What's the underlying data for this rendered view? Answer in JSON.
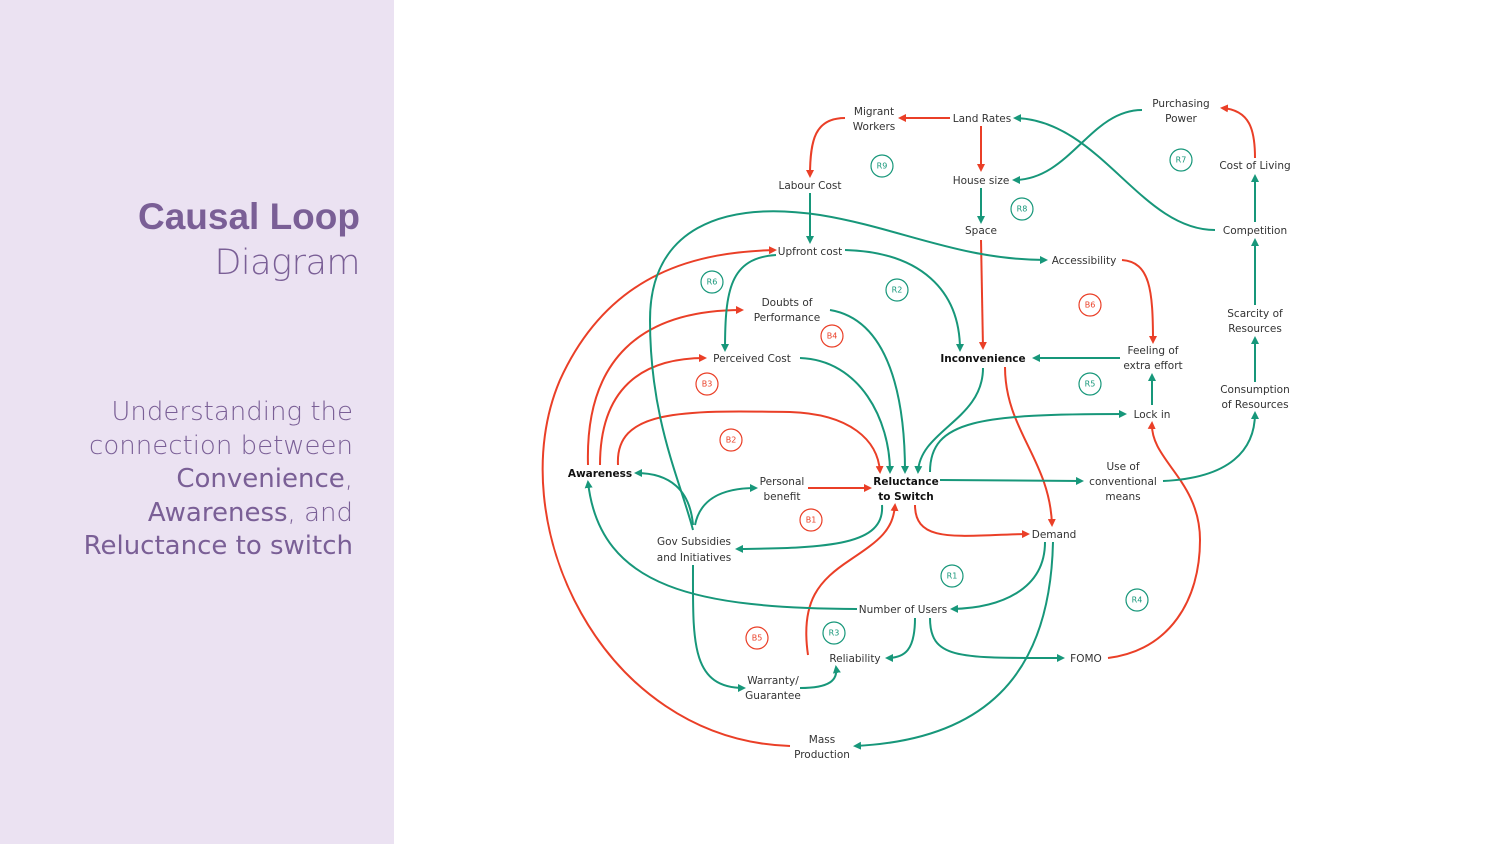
{
  "sidebar": {
    "title_bold": "Causal Loop",
    "title_light": "Diagram",
    "subtitle": {
      "line1": "Understanding the",
      "line2": "connection between",
      "convenience": "Convenience",
      "comma": ",",
      "awareness": "Awareness",
      "and": ", and",
      "reluctance": "Reluctance to switch"
    }
  },
  "nodes": {
    "migrant_workers": [
      "Migrant",
      "Workers"
    ],
    "land_rates": "Land Rates",
    "purchasing_power": [
      "Purchasing",
      "Power"
    ],
    "cost_of_living": "Cost of Living",
    "labour_cost": "Labour Cost",
    "house_size": "House size",
    "space": "Space",
    "competition": "Competition",
    "upfront_cost": "Upfront cost",
    "accessibility": "Accessibility",
    "doubts_of_performance": [
      "Doubts of",
      "Performance"
    ],
    "scarcity_of_resources": [
      "Scarcity of",
      "Resources"
    ],
    "perceived_cost": "Perceived Cost",
    "inconvenience": "Inconvenience",
    "feeling_of_extra_effort": [
      "Feeling of",
      "extra effort"
    ],
    "consumption_of_resources": [
      "Consumption",
      "of Resources"
    ],
    "lock_in": "Lock in",
    "awareness": "Awareness",
    "personal_benefit": [
      "Personal",
      "benefit"
    ],
    "reluctance_to_switch": [
      "Reluctance",
      "to Switch"
    ],
    "use_of_conventional_means": [
      "Use of",
      "conventional",
      "means"
    ],
    "demand": "Demand",
    "gov_subsidies": [
      "Gov Subsidies",
      "and Initiatives"
    ],
    "number_of_users": "Number of Users",
    "reliability": "Reliability",
    "fomo": "FOMO",
    "warranty": [
      "Warranty/",
      "Guarantee"
    ],
    "mass_production": [
      "Mass",
      "Production"
    ]
  },
  "loops": {
    "R9": "R9",
    "R7": "R7",
    "R8": "R8",
    "R6": "R6",
    "R2": "R2",
    "B6": "B6",
    "B4": "B4",
    "B3": "B3",
    "R5": "R5",
    "B2": "B2",
    "B1": "B1",
    "R1": "R1",
    "R4": "R4",
    "B5": "B5",
    "R3": "R3"
  },
  "colors": {
    "reinforcing_link": "#17977a",
    "balancing_link": "#ea3f27",
    "sidebar_bg": "#ebe2f2",
    "title_text": "#7a5f96"
  }
}
